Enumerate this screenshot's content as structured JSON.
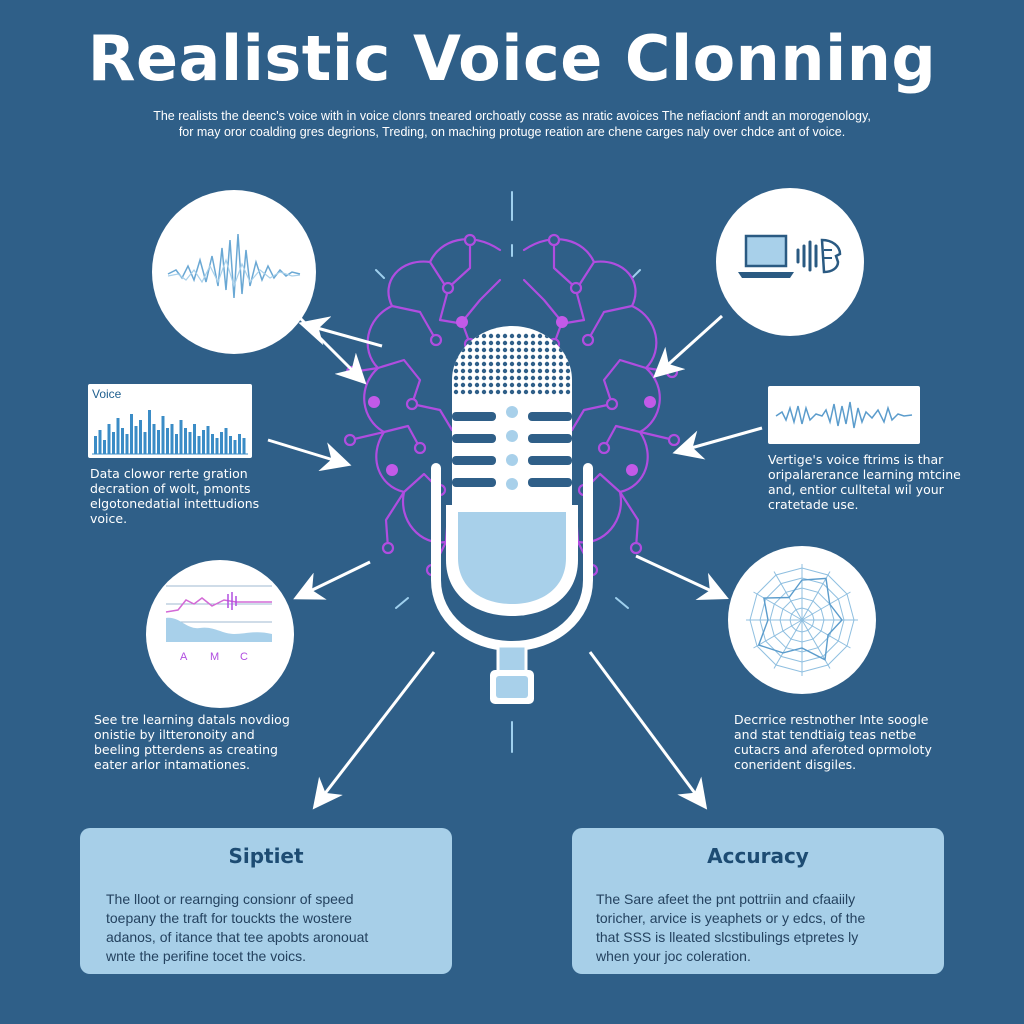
{
  "header": {
    "title": "Realistic Voice Clonning",
    "subtitle_line1": "The realists the deenc's voice with in voice clonrs tneared orchoatly cosse as nratic avoices The nefiacionf andt an morogenology,",
    "subtitle_line2": "for may oror coalding gres degrions, Treding, on maching protuge reation are chene carges naly over chdce ant of voice."
  },
  "left": {
    "panel_label": "Voice",
    "text1": [
      "Data clowor rerte gration",
      "decration of wolt, pmonts",
      "elgotonedatial intettudions",
      "voice."
    ],
    "chart_ticks": [
      "A",
      "M",
      "C"
    ],
    "text2": [
      "See tre learning datals novdiog",
      "onistie by iltteronoity and",
      "beeling ptterdens as creating",
      "eater arlor intamationes."
    ]
  },
  "right": {
    "text1": [
      "Vertige's voice ftrims is thar",
      "oripalarerance learning mtcine",
      "and, entior culltetal wil your",
      "cratetade use."
    ],
    "text2": [
      "Decrrice restnother Inte soogle",
      "and stat tendtiaig teas netbe",
      "cutacrs and aferoted oprmoloty",
      "conerident disgiles."
    ]
  },
  "boxes": [
    {
      "title": "Siptiet",
      "text": [
        "The lloot or rearnging consionr of speed",
        "toepany the traft for touckts the wostere",
        "adanos, of itance that tee apobts aronouat",
        "wnte the perifine tocet the voics."
      ]
    },
    {
      "title": "Accuracy",
      "text": [
        "The Sare afeet the pnt pottriin and cfaaiily",
        "toricher, arvice is yeaphets or y edcs, of the",
        "that SSS is lleated slcstibulings etpretes ly",
        "when your joc coleration."
      ]
    }
  ],
  "colors": {
    "background": "#2f5f88",
    "accent_purple": "#b04de0",
    "mic_blue": "#a8d0ea",
    "box_fill": "#a7cfe8"
  },
  "icons": [
    "waveform-icon",
    "laptop-voice-icon",
    "line-chart-icon",
    "radar-web-icon",
    "neural-brain-icon",
    "microphone-icon"
  ]
}
